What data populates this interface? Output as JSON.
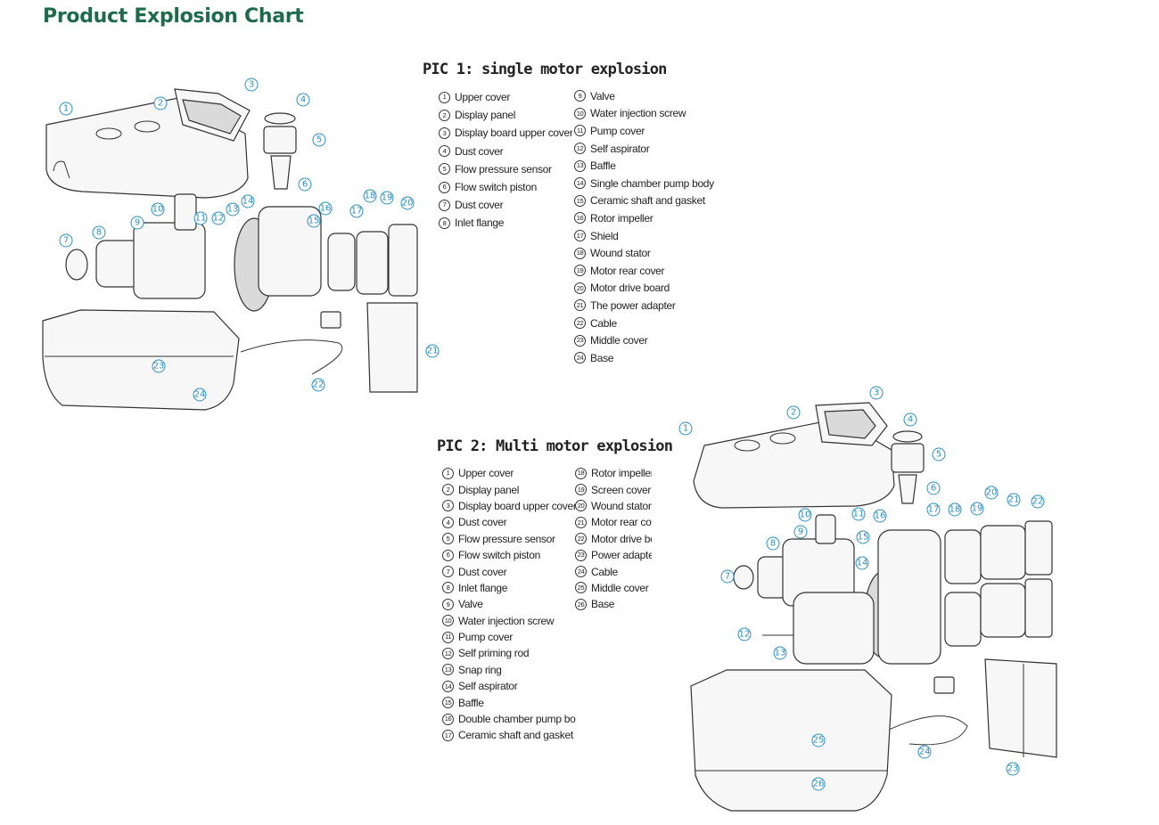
{
  "page_title": "Product Explosion Chart",
  "pic1": {
    "title": "PIC 1: single motor explosion",
    "legend_col1": [
      {
        "num": "1",
        "label": "Upper cover"
      },
      {
        "num": "2",
        "label": "Display panel"
      },
      {
        "num": "3",
        "label": "Display board upper cover"
      },
      {
        "num": "4",
        "label": "Dust cover"
      },
      {
        "num": "5",
        "label": "Flow pressure sensor"
      },
      {
        "num": "6",
        "label": "Flow switch piston"
      },
      {
        "num": "7",
        "label": "Dust cover"
      },
      {
        "num": "8",
        "label": "Inlet flange"
      }
    ],
    "legend_col2": [
      {
        "num": "9",
        "label": "Valve"
      },
      {
        "num": "10",
        "label": "Water injection screw"
      },
      {
        "num": "11",
        "label": "Pump cover"
      },
      {
        "num": "12",
        "label": "Self aspirator"
      },
      {
        "num": "13",
        "label": "Baffle"
      },
      {
        "num": "14",
        "label": "Single chamber pump body"
      },
      {
        "num": "15",
        "label": "Ceramic shaft and gasket"
      },
      {
        "num": "16",
        "label": "Rotor impeller"
      },
      {
        "num": "17",
        "label": "Shield"
      },
      {
        "num": "18",
        "label": "Wound stator"
      },
      {
        "num": "19",
        "label": "Motor rear cover"
      },
      {
        "num": "20",
        "label": "Motor drive board"
      },
      {
        "num": "21",
        "label": "The power adapter"
      },
      {
        "num": "22",
        "label": "Cable"
      },
      {
        "num": "23",
        "label": "Middle cover"
      },
      {
        "num": "24",
        "label": "Base"
      }
    ]
  },
  "pic2": {
    "title": "PIC 2: Multi motor explosion",
    "legend_col1": [
      {
        "num": "1",
        "label": "Upper cover"
      },
      {
        "num": "2",
        "label": "Display panel"
      },
      {
        "num": "3",
        "label": "Display board upper cover"
      },
      {
        "num": "4",
        "label": "Dust cover"
      },
      {
        "num": "5",
        "label": "Flow pressure sensor"
      },
      {
        "num": "6",
        "label": "Flow switch piston"
      },
      {
        "num": "7",
        "label": "Dust cover"
      },
      {
        "num": "8",
        "label": "Inlet flange"
      },
      {
        "num": "9",
        "label": "Valve"
      },
      {
        "num": "10",
        "label": "Water injection screw"
      },
      {
        "num": "11",
        "label": "Pump cover"
      },
      {
        "num": "12",
        "label": "Self priming rod"
      },
      {
        "num": "13",
        "label": "Snap ring"
      },
      {
        "num": "14",
        "label": "Self aspirator"
      },
      {
        "num": "15",
        "label": "Baffle"
      },
      {
        "num": "16",
        "label": "Double chamber pump body"
      },
      {
        "num": "17",
        "label": "Ceramic shaft and gasket"
      }
    ],
    "legend_col2": [
      {
        "num": "18",
        "label": "Rotor impeller"
      },
      {
        "num": "19",
        "label": "Screen cover"
      },
      {
        "num": "20",
        "label": "Wound stator"
      },
      {
        "num": "21",
        "label": "Motor rear cov"
      },
      {
        "num": "22",
        "label": "Motor drive bc"
      },
      {
        "num": "23",
        "label": "Power adapter"
      },
      {
        "num": "24",
        "label": "Cable"
      },
      {
        "num": "25",
        "label": "Middle cover"
      },
      {
        "num": "26",
        "label": "Base"
      }
    ]
  },
  "diagram1_callouts": [
    "1",
    "2",
    "3",
    "4",
    "5",
    "6",
    "7",
    "8",
    "9",
    "10",
    "11",
    "12",
    "13",
    "14",
    "15",
    "16",
    "17",
    "18",
    "19",
    "20",
    "21",
    "22",
    "23",
    "24"
  ],
  "diagram2_callouts": [
    "1",
    "2",
    "3",
    "4",
    "5",
    "6",
    "7",
    "8",
    "9",
    "10",
    "11",
    "12",
    "13",
    "14",
    "15",
    "16",
    "17",
    "18",
    "19",
    "20",
    "21",
    "22",
    "23",
    "24",
    "25",
    "26"
  ],
  "colors": {
    "title": "#1d6b4c",
    "callout": "#2a8fc1",
    "line": "#333333"
  }
}
